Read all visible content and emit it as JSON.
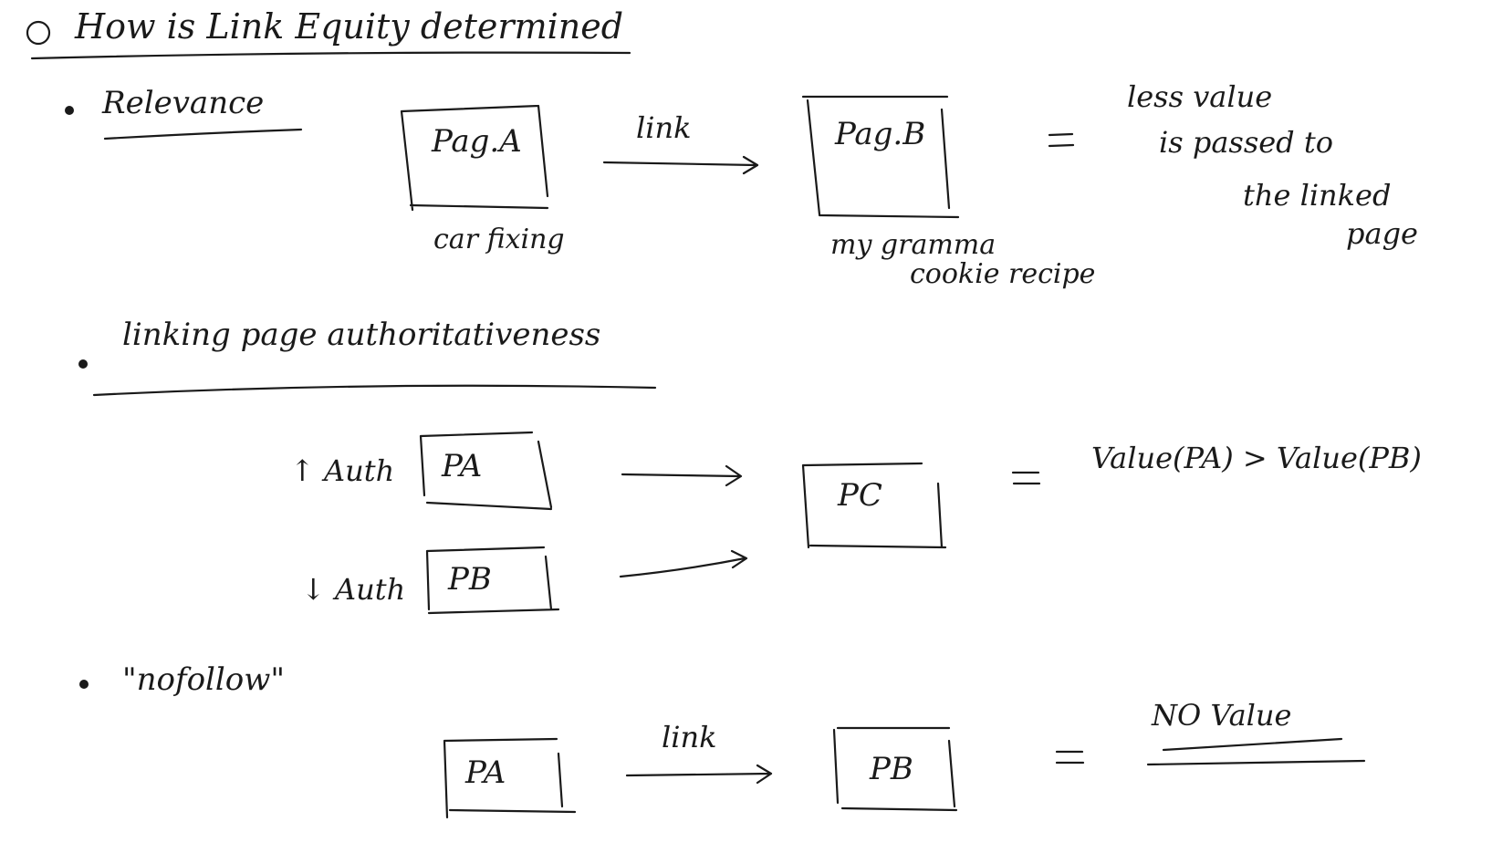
{
  "title": "How is Link Equity determined",
  "sections": {
    "relevance": {
      "heading": "Relevance",
      "page_a": "Pag.A",
      "page_a_caption": "car fixing",
      "link_label": "link",
      "page_b": "Pag.B",
      "page_b_caption_line1": "my gramma",
      "page_b_caption_line2": "cookie recipe",
      "equals": "=",
      "result_line1": "less value",
      "result_line2": "is passed to",
      "result_line3": "the linked",
      "result_line4": "page"
    },
    "authority": {
      "heading": "linking page authoritativeness",
      "high_auth_label": "↑ Auth",
      "low_auth_label": "↓ Auth",
      "page_a": "PA",
      "page_b": "PB",
      "page_c": "PC",
      "equals": "=",
      "result": "Value(PA) > Value(PB)"
    },
    "nofollow": {
      "heading": "\"nofollow\"",
      "page_a": "PA",
      "link_label": "link",
      "page_b": "PB",
      "equals": "=",
      "result": "NO Value"
    }
  }
}
